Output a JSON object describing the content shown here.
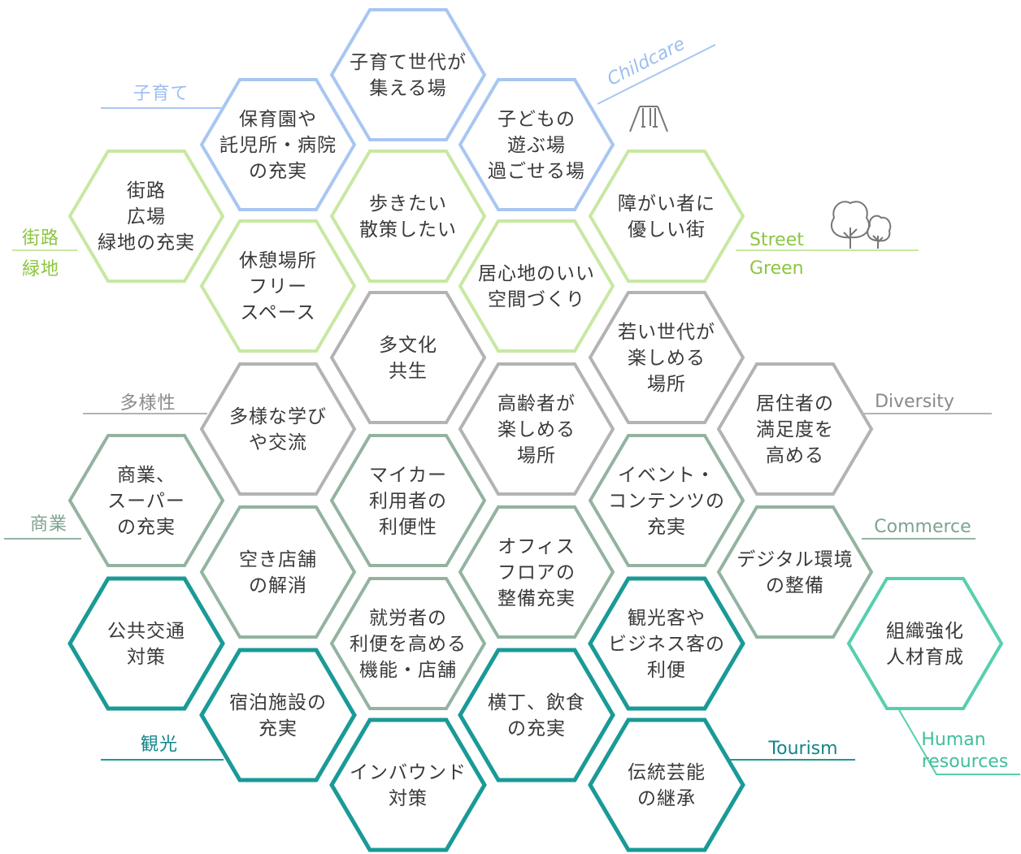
{
  "colors": {
    "childcare": "#a9c6f2",
    "green": "#c8e8a2",
    "green_text": "#8cc63f",
    "diversity": "#b3b3b3",
    "diversity_text": "#8a8a8a",
    "commerce": "#93b3a0",
    "commerce_text": "#7fa390",
    "tourism": "#1a9a96",
    "tourism_text": "#13858a",
    "human": "#56cfae",
    "human_text": "#3fbf9a",
    "text": "#3a3a3a"
  },
  "categories": {
    "childcare_jp": "子育て",
    "childcare_en": "Childcare",
    "green_jp_1": "街路",
    "green_jp_2": "緑地",
    "green_en_1": "Street",
    "green_en_2": "Green",
    "diversity_jp": "多様性",
    "diversity_en": "Diversity",
    "commerce_jp": "商業",
    "commerce_en": "Commerce",
    "tourism_jp": "観光",
    "tourism_en": "Tourism",
    "human_en_1": "Human",
    "human_en_2": "resources"
  },
  "icons": [
    "swing-icon",
    "trees-icon"
  ],
  "hexes": [
    {
      "id": "h1",
      "group": "childcare",
      "lines": [
        "子育て世代が",
        "集える場"
      ]
    },
    {
      "id": "h2",
      "group": "childcare",
      "lines": [
        "保育園や",
        "託児所・病院",
        "の充実"
      ]
    },
    {
      "id": "h3",
      "group": "childcare",
      "lines": [
        "子どもの",
        "遊ぶ場",
        "過ごせる場"
      ]
    },
    {
      "id": "h4",
      "group": "green",
      "lines": [
        "街路",
        "広場",
        "緑地の充実"
      ]
    },
    {
      "id": "h5",
      "group": "green",
      "lines": [
        "歩きたい",
        "散策したい"
      ]
    },
    {
      "id": "h6",
      "group": "green",
      "lines": [
        "障がい者に",
        "優しい街"
      ]
    },
    {
      "id": "h7",
      "group": "green",
      "lines": [
        "休憩場所",
        "フリー",
        "スペース"
      ]
    },
    {
      "id": "h8",
      "group": "green",
      "lines": [
        "居心地のいい",
        "空間づくり"
      ]
    },
    {
      "id": "h9",
      "group": "diversity",
      "lines": [
        "多文化",
        "共生"
      ]
    },
    {
      "id": "h10",
      "group": "diversity",
      "lines": [
        "若い世代が",
        "楽しめる",
        "場所"
      ]
    },
    {
      "id": "h11",
      "group": "diversity",
      "lines": [
        "多様な学び",
        "や交流"
      ]
    },
    {
      "id": "h12",
      "group": "diversity",
      "lines": [
        "高齢者が",
        "楽しめる",
        "場所"
      ]
    },
    {
      "id": "h13",
      "group": "diversity",
      "lines": [
        "居住者の",
        "満足度を",
        "高める"
      ]
    },
    {
      "id": "h14",
      "group": "commerce",
      "lines": [
        "商業、",
        "スーパー",
        "の充実"
      ]
    },
    {
      "id": "h15",
      "group": "commerce",
      "lines": [
        "マイカー",
        "利用者の",
        "利便性"
      ]
    },
    {
      "id": "h16",
      "group": "commerce",
      "lines": [
        "イベント・",
        "コンテンツの",
        "充実"
      ]
    },
    {
      "id": "h17",
      "group": "commerce",
      "lines": [
        "空き店舗",
        "の解消"
      ]
    },
    {
      "id": "h18",
      "group": "commerce",
      "lines": [
        "オフィス",
        "フロアの",
        "整備充実"
      ]
    },
    {
      "id": "h19",
      "group": "commerce",
      "lines": [
        "デジタル環境",
        "の整備"
      ]
    },
    {
      "id": "h20",
      "group": "commerce",
      "lines": [
        "就労者の",
        "利便を高める",
        "機能・店舗"
      ]
    },
    {
      "id": "h21",
      "group": "tourism",
      "lines": [
        "公共交通",
        "対策"
      ]
    },
    {
      "id": "h22",
      "group": "tourism",
      "lines": [
        "観光客や",
        "ビジネス客の",
        "利便"
      ]
    },
    {
      "id": "h23",
      "group": "tourism",
      "lines": [
        "宿泊施設の",
        "充実"
      ]
    },
    {
      "id": "h24",
      "group": "tourism",
      "lines": [
        "横丁、飲食",
        "の充実"
      ]
    },
    {
      "id": "h25",
      "group": "tourism",
      "lines": [
        "インバウンド",
        "対策"
      ]
    },
    {
      "id": "h26",
      "group": "tourism",
      "lines": [
        "伝統芸能",
        "の継承"
      ]
    },
    {
      "id": "h27",
      "group": "human",
      "lines": [
        "組織強化",
        "人材育成"
      ]
    }
  ]
}
